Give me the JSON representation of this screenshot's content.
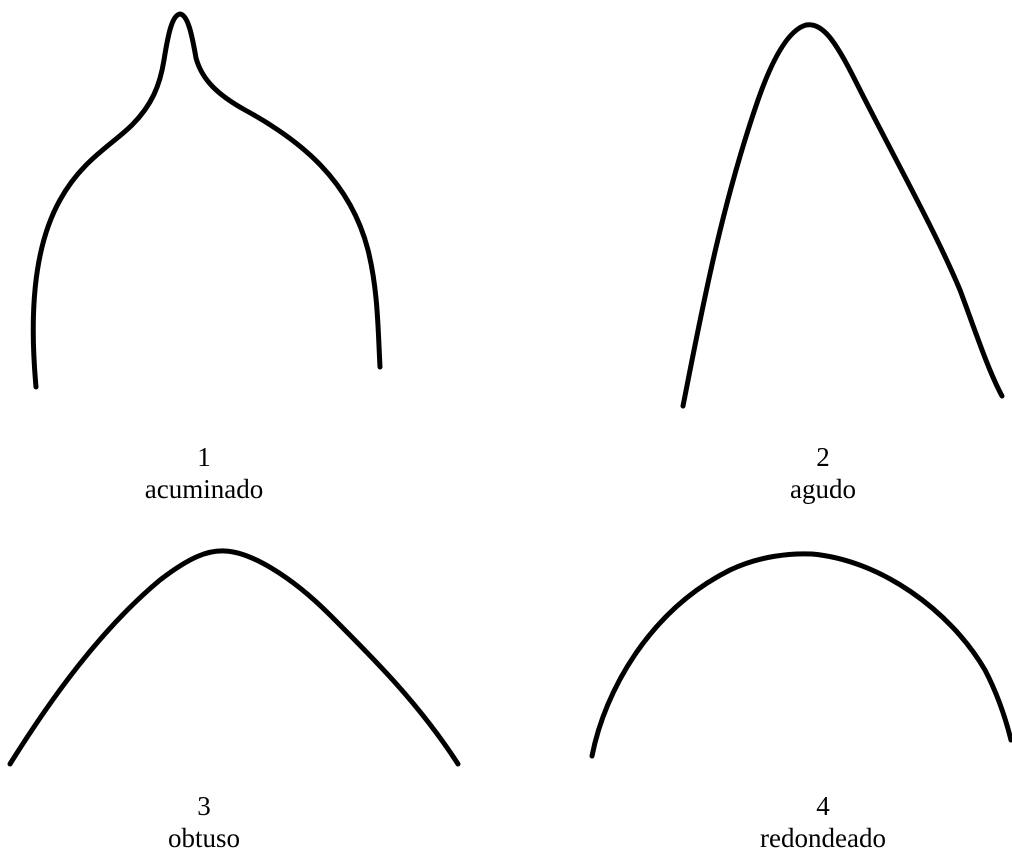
{
  "figures": [
    {
      "number": "1",
      "label": "acuminado"
    },
    {
      "number": "2",
      "label": "agudo"
    },
    {
      "number": "3",
      "label": "obtuso"
    },
    {
      "number": "4",
      "label": "redondeado"
    }
  ],
  "stroke_color": "#000000",
  "background_color": "#ffffff"
}
